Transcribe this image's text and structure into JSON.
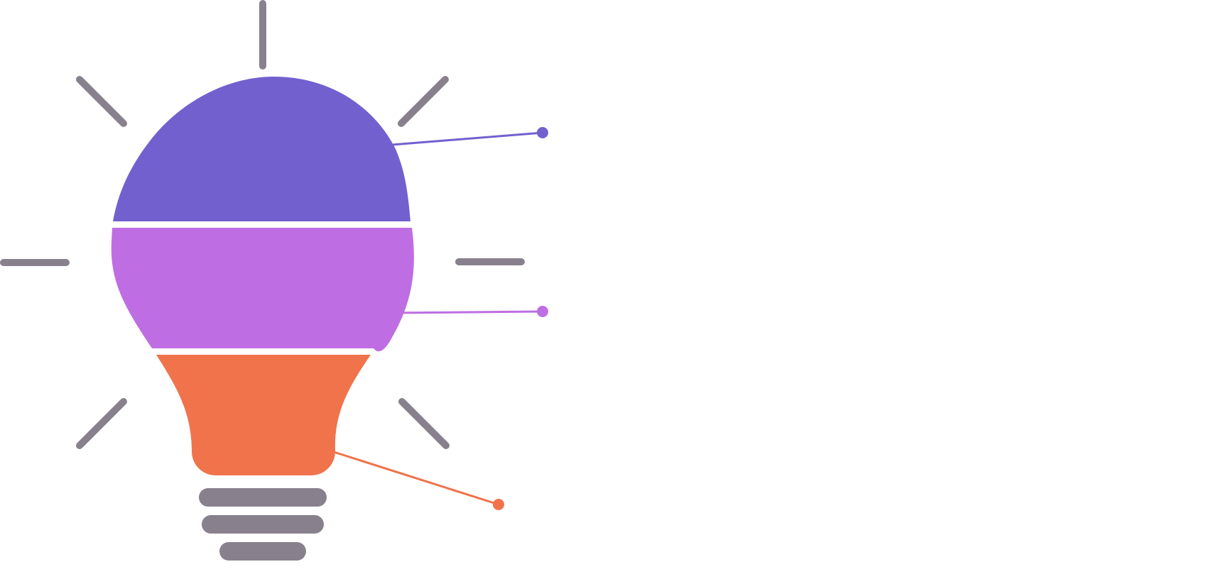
{
  "colors": {
    "ray": "#88818d",
    "base": "#88818d",
    "segment_top": "#7360cf",
    "segment_middle": "#be6ee2",
    "segment_bottom": "#f0734b",
    "separator": "#ffffff"
  },
  "segments": [
    {
      "name": "bulb-top-segment",
      "color": "#7360cf"
    },
    {
      "name": "bulb-middle-segment",
      "color": "#be6ee2"
    },
    {
      "name": "bulb-bottom-segment",
      "color": "#f0734b"
    }
  ],
  "callouts": [
    {
      "name": "callout-top",
      "color": "#7360cf"
    },
    {
      "name": "callout-middle",
      "color": "#be6ee2"
    },
    {
      "name": "callout-bottom",
      "color": "#f0734b"
    }
  ],
  "rays": [
    {
      "name": "ray-top"
    },
    {
      "name": "ray-upper-left"
    },
    {
      "name": "ray-upper-right"
    },
    {
      "name": "ray-left"
    },
    {
      "name": "ray-right"
    },
    {
      "name": "ray-lower-left"
    },
    {
      "name": "ray-lower-right"
    }
  ],
  "base_bars": [
    {
      "name": "base-bar-1"
    },
    {
      "name": "base-bar-2"
    },
    {
      "name": "base-bar-3"
    }
  ]
}
